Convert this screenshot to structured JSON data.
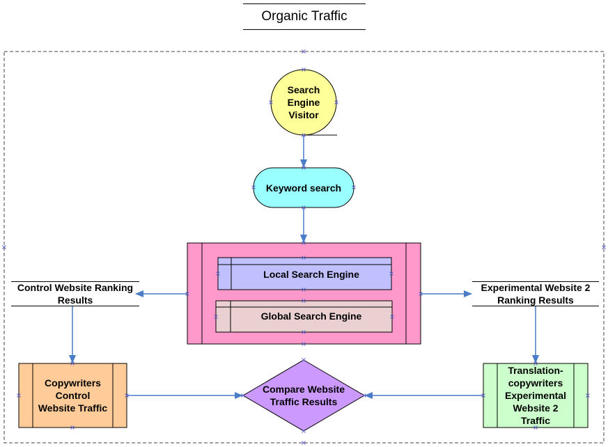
{
  "title": "Organic Traffic",
  "nodes": {
    "visitor": "Search Engine Visitor",
    "keyword": "Keyword search",
    "local_engine": "Local Search Engine",
    "global_engine": "Global Search Engine",
    "control_ranking": "Control Website Ranking Results",
    "experimental_ranking": "Experimental Website 2 Ranking Results",
    "copywriters_control": "Copywriters Control Website Traffic",
    "translation_experimental": "Translation-copywriters Experimental Website 2 Traffic",
    "compare": "Compare Website Traffic Results"
  },
  "colors": {
    "visitor_fill": "#ffff99",
    "keyword_fill": "#99ffff",
    "engine_container_fill": "#ff99cc",
    "local_fill": "#c0c0ff",
    "global_fill": "#ead0d0",
    "copywriters_fill": "#ffcc99",
    "translation_fill": "#ccffcc",
    "compare_fill": "#cc99ff",
    "arrow": "#4a7cc7",
    "connection_x": "#6666cc"
  }
}
